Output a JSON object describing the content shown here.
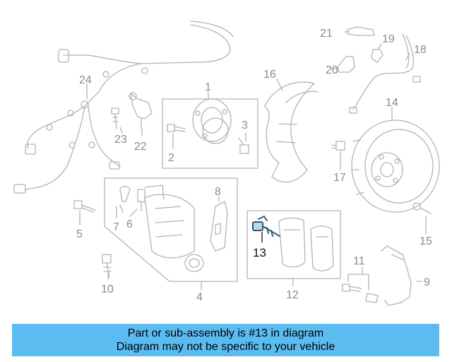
{
  "callouts": [
    "1",
    "2",
    "3",
    "4",
    "5",
    "6",
    "7",
    "8",
    "9",
    "10",
    "11",
    "12",
    "13",
    "14",
    "15",
    "16",
    "17",
    "18",
    "19",
    "20",
    "21",
    "22",
    "23",
    "24"
  ],
  "highlight_callout": "13",
  "colors": {
    "line": "#b3b3b3",
    "label": "#8a8a8a",
    "highlight": "#111111",
    "banner": "#5bbcf2",
    "part13": "#2a5a7a"
  },
  "banner": {
    "line1": "Part or sub-assembly is #13 in diagram",
    "line2": "Diagram may not be specific to your vehicle"
  }
}
